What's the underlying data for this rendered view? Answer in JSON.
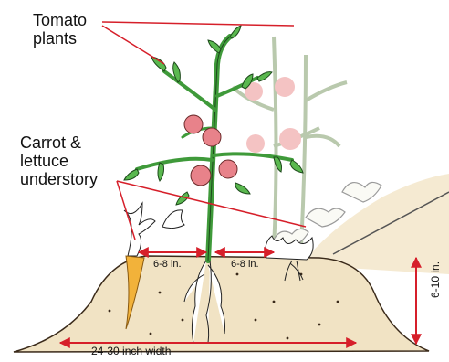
{
  "labels": {
    "tomato_line1": "Tomato",
    "tomato_line2": "plants",
    "under_line1": "Carrot &",
    "under_line2": "lettuce",
    "under_line3": "understory",
    "spacing_left": "6-8 in.",
    "spacing_right": "6-8 in.",
    "width": "24-30 inch width",
    "height": "6-10 in."
  },
  "colors": {
    "soil": "#f1e3c4",
    "soil_edge": "#3a2a1a",
    "stem": "#3f9a3a",
    "fruit": "#e8828a",
    "carrot": "#f2b23a",
    "arrow": "#d61f2a",
    "ghost_plant": "#c9d6c0"
  }
}
